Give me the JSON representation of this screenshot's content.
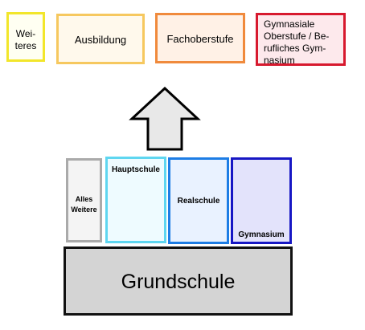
{
  "targets": {
    "weiteres": "Wei-\nteres",
    "ausbildung": "Ausbildung",
    "fachoberstufe": "Fachoberstufe",
    "gymnasiale_oberstufe": "Gymnasiale Oberstufe / Be-\nrufliches Gym-\nnasium"
  },
  "schools": {
    "alles_weitere": "Alles\nWeitere",
    "hauptschule": "Hauptschule",
    "realschule": "Realschule",
    "gymnasium": "Gymnasium"
  },
  "base": {
    "grundschule": "Grundschule"
  },
  "colors": {
    "weiteres": "#f2e62b",
    "ausbildung": "#f6c85f",
    "fachoberstufe": "#f08a3c",
    "gymnasiale_oberstufe": "#d7192e",
    "alles_weitere": "#aaaaaa",
    "hauptschule": "#5ed6f0",
    "realschule": "#1d7de5",
    "gymnasium": "#1717c4",
    "grundschule": "#d4d4d4",
    "arrow_fill": "#e8e8e8"
  },
  "icons": {
    "arrow": "up-arrow-icon"
  }
}
